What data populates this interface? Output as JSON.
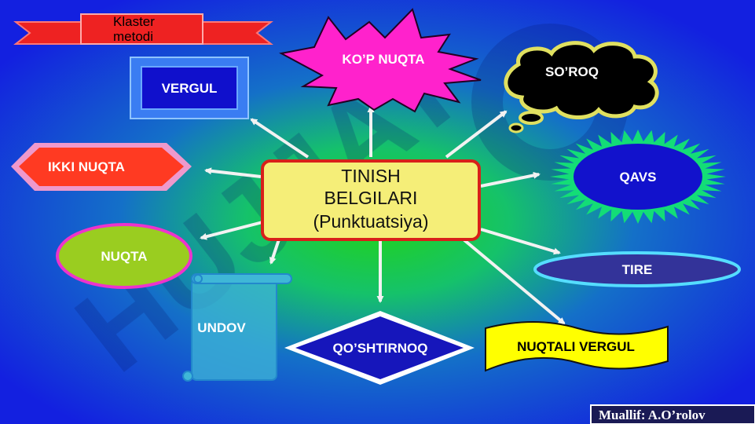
{
  "banner": {
    "line1": "Klaster",
    "line2": "metodi"
  },
  "center": {
    "line1": "TINISH",
    "line2": "BELGILARI",
    "line3": "(Punktuatsiya)"
  },
  "nodes": {
    "vergul": "VERGUL",
    "kop_nuqta": "KO’P NUQTA",
    "soroq": "SO’ROQ",
    "ikki_nuqta": "IKKI NUQTA",
    "qavs": "QAVS",
    "nuqta": "NUQTA",
    "tire": "TIRE",
    "undov": "UNDOV",
    "qoshtirnoq": "QO’SHTIRNOQ",
    "nuqtali_vergul": "NUQTALI VERGUL"
  },
  "watermark": "HUJJAT",
  "author": "Muallif:  A.O’rolov",
  "colors": {
    "background_center": "#22d318",
    "background_edge": "#1320e0",
    "center_fill": "#f5ee78",
    "center_border": "#d8201a",
    "banner_red": "#ee2222",
    "vergul_fill": "#1010cc",
    "kop_nuqta_fill": "#ff22cc",
    "soroq_fill": "#000000",
    "ikki_nuqta_fill": "#ff3a22",
    "qavs_fill": "#1212cc",
    "nuqta_fill": "#9acd20",
    "tire_fill": "#333399",
    "undov_fill": "#3fb7d7",
    "qoshtirnoq_fill": "#1616bb",
    "nuqtali_vergul_fill": "#ffff00"
  }
}
